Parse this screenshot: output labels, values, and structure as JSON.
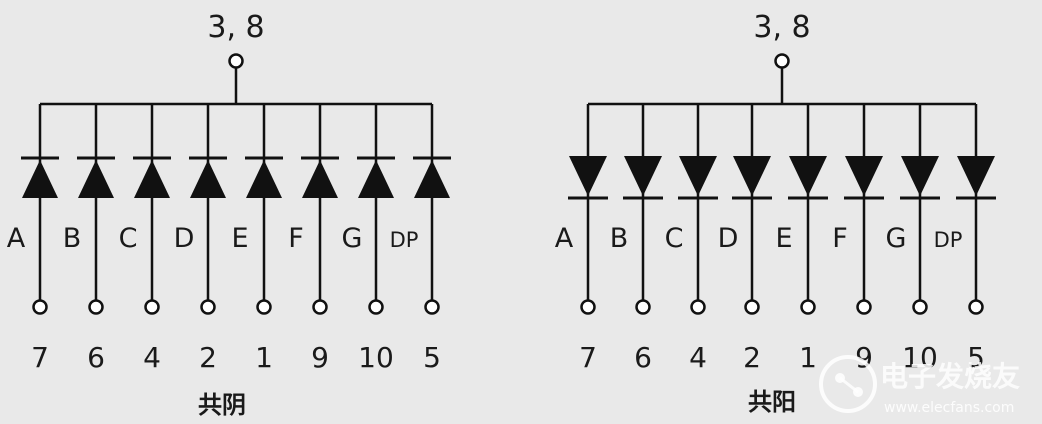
{
  "common_cathode": {
    "common_pin_label": "3, 8",
    "title": "共阴",
    "segments": [
      "A",
      "B",
      "C",
      "D",
      "E",
      "F",
      "G",
      "DP"
    ],
    "pins": [
      "7",
      "6",
      "4",
      "2",
      "1",
      "9",
      "10",
      "5"
    ]
  },
  "common_anode": {
    "common_pin_label": "3, 8",
    "title": "共阳",
    "segments": [
      "A",
      "B",
      "C",
      "D",
      "E",
      "F",
      "G",
      "DP"
    ],
    "pins": [
      "7",
      "6",
      "4",
      "2",
      "1",
      "9",
      "10",
      "5"
    ]
  },
  "watermark": {
    "brand": "电子发烧友",
    "url": "www.elecfans.com"
  }
}
